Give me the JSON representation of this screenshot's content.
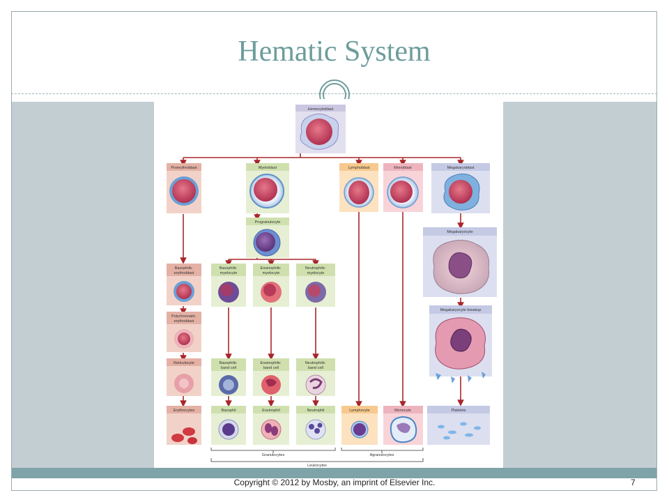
{
  "slide": {
    "title": "Hematic System",
    "copyright": "Copyright © 2012 by Mosby, an imprint of Elsevier Inc.",
    "page_number": "7"
  },
  "diagram": {
    "cells": {
      "hemocytoblast": "Hemocytoblast",
      "proerythroblast": "Proerythroblast",
      "myeloblast": "Myeloblast",
      "lymphoblast": "Lymphoblast",
      "monoblast": "Monoblast",
      "megakaryoblast": "Megakaryoblast",
      "progranulocyte": "Progranulocyte",
      "megakaryocyte": "Megakaryocyte",
      "basophilic_erythroblast": [
        "Basophilic",
        "erythroblast"
      ],
      "basophilic_myelocyte": [
        "Basophilic",
        "myelocyte"
      ],
      "eosinophilic_myelocyte": [
        "Eosinophilic",
        "myelocyte"
      ],
      "neutrophilic_myelocyte": [
        "Neutrophilic",
        "myelocyte"
      ],
      "megakaryocyte_breakup": "Megakaryocyte breakup",
      "polychromatic_erythroblast": [
        "Polychromatic",
        "erythroblast"
      ],
      "reticulocyte": "Reticulocyte",
      "basophilic_band": [
        "Basophilic",
        "band cell"
      ],
      "eosinophilic_band": [
        "Eosinophilic",
        "band cell"
      ],
      "neutrophilic_band": [
        "Neutrophilic",
        "band cell"
      ],
      "erythrocytes": "Erythrocytes",
      "basophil": "Basophil",
      "eosinophil": "Eosinophil",
      "neutrophil": "Neutrophil",
      "lymphocyte": "Lymphocyte",
      "monocyte": "Monocyte",
      "platelets": "Platelets"
    },
    "groups": {
      "granulocytes": "Granulocytes",
      "agranulocytes": "Agranulocytes",
      "leukocytes": "Leukocytes"
    },
    "colors": {
      "arrow": "#a8262a",
      "erythroid": "#f2d2c8",
      "erythroid_label": "#e4b1a4",
      "granulocyte": "#e6efd3",
      "granulocyte_label": "#cfe0ae",
      "lymphoid": "#fde2c0",
      "lymphoid_label": "#f7c98e",
      "monocytic": "#f8d3d8",
      "monocytic_label": "#eeb4bd",
      "megakaryocytic": "#dcdff0",
      "megakaryocytic_label": "#c4c9e4",
      "stem": "#e2e0ef",
      "stem_label": "#cbc7e1"
    }
  }
}
